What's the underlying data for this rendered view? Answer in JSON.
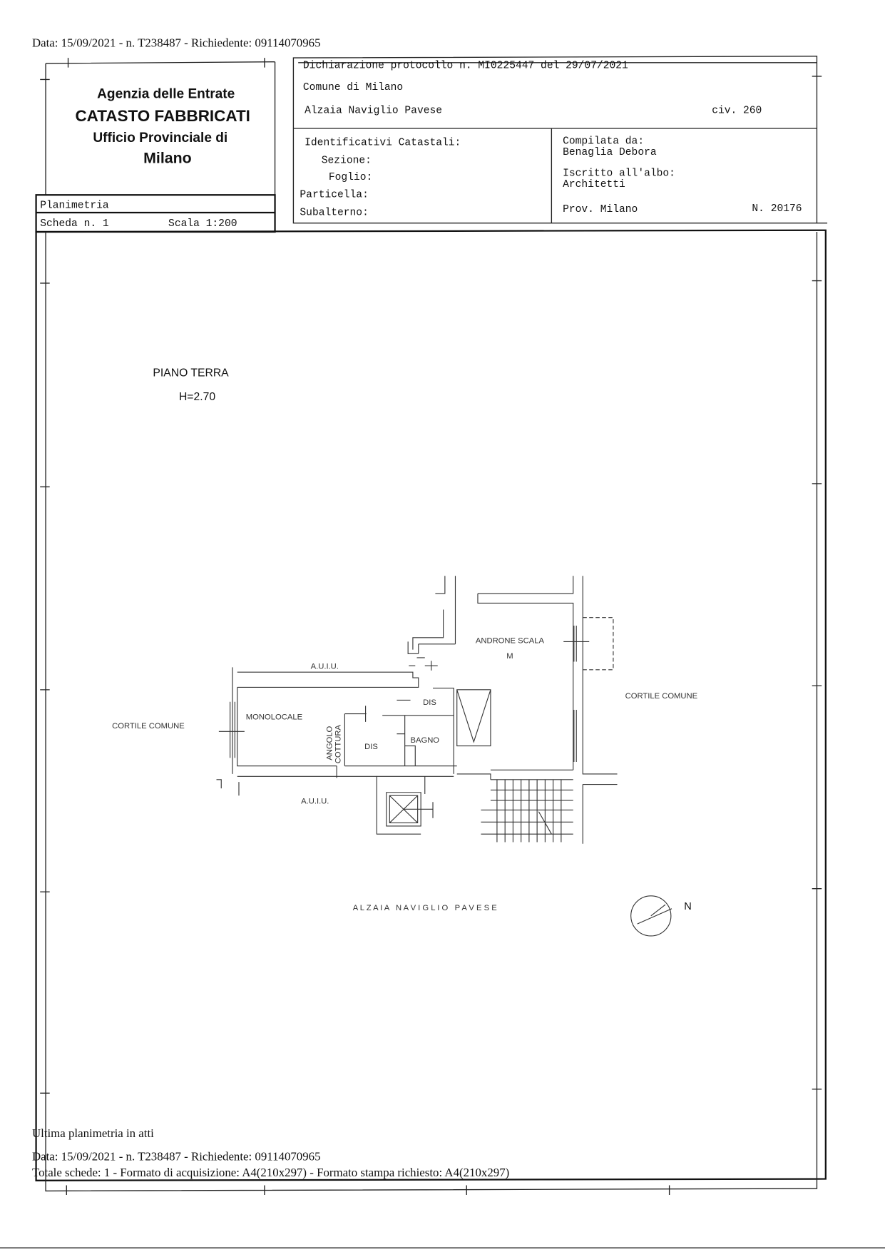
{
  "header_line": "Data: 15/09/2021 - n. T238487 - Richiedente: 09114070965",
  "agency": {
    "line1": "Agenzia delle Entrate",
    "line2": "CATASTO FABBRICATI",
    "line3": "Ufficio Provinciale di",
    "line4": "Milano"
  },
  "sheet": {
    "type": "Planimetria",
    "scheda": "Scheda n. 1",
    "scala": "Scala 1:200"
  },
  "declaration": {
    "protocol": "Dichiarazione protocollo n. MI0225447 del  29/07/2021",
    "comune": "Comune di Milano",
    "address": "Alzaia Naviglio Pavese",
    "civ": "civ. 260"
  },
  "identifiers": {
    "title": "Identificativi Catastali:",
    "sezione": "Sezione:",
    "foglio": "Foglio:",
    "particella": "Particella:",
    "subalterno": "Subalterno:"
  },
  "compiler": {
    "label": "Compilata da:",
    "name": "Benaglia Debora",
    "albo_label": "Iscritto all'albo:",
    "albo": "Architetti",
    "prov": "Prov. Milano",
    "number": "N. 20176"
  },
  "plan": {
    "floor": "PIANO TERRA",
    "height": "H=2.70",
    "labels": {
      "auiu_top": "A.U.I.U.",
      "auiu_bottom": "A.U.I.U.",
      "cortile_left": "CORTILE COMUNE",
      "cortile_right": "CORTILE COMUNE",
      "androne": "ANDRONE SCALA",
      "m": "M",
      "monolocale": "MONOLOCALE",
      "dis1": "DIS",
      "dis2": "DIS",
      "bagno": "BAGNO",
      "angolo": "ANGOLO",
      "cottura": "COTTURA",
      "street": "A L Z A I A   N A V I G L I O   P A V E S E",
      "north": "N"
    }
  },
  "footer": {
    "last": "Ultima planimetria in atti",
    "data": "Data: 15/09/2021 - n. T238487 - Richiedente: 09114070965",
    "totale": "Totale schede: 1 - Formato di acquisizione: A4(210x297)  - Formato stampa richiesto: A4(210x297)"
  }
}
